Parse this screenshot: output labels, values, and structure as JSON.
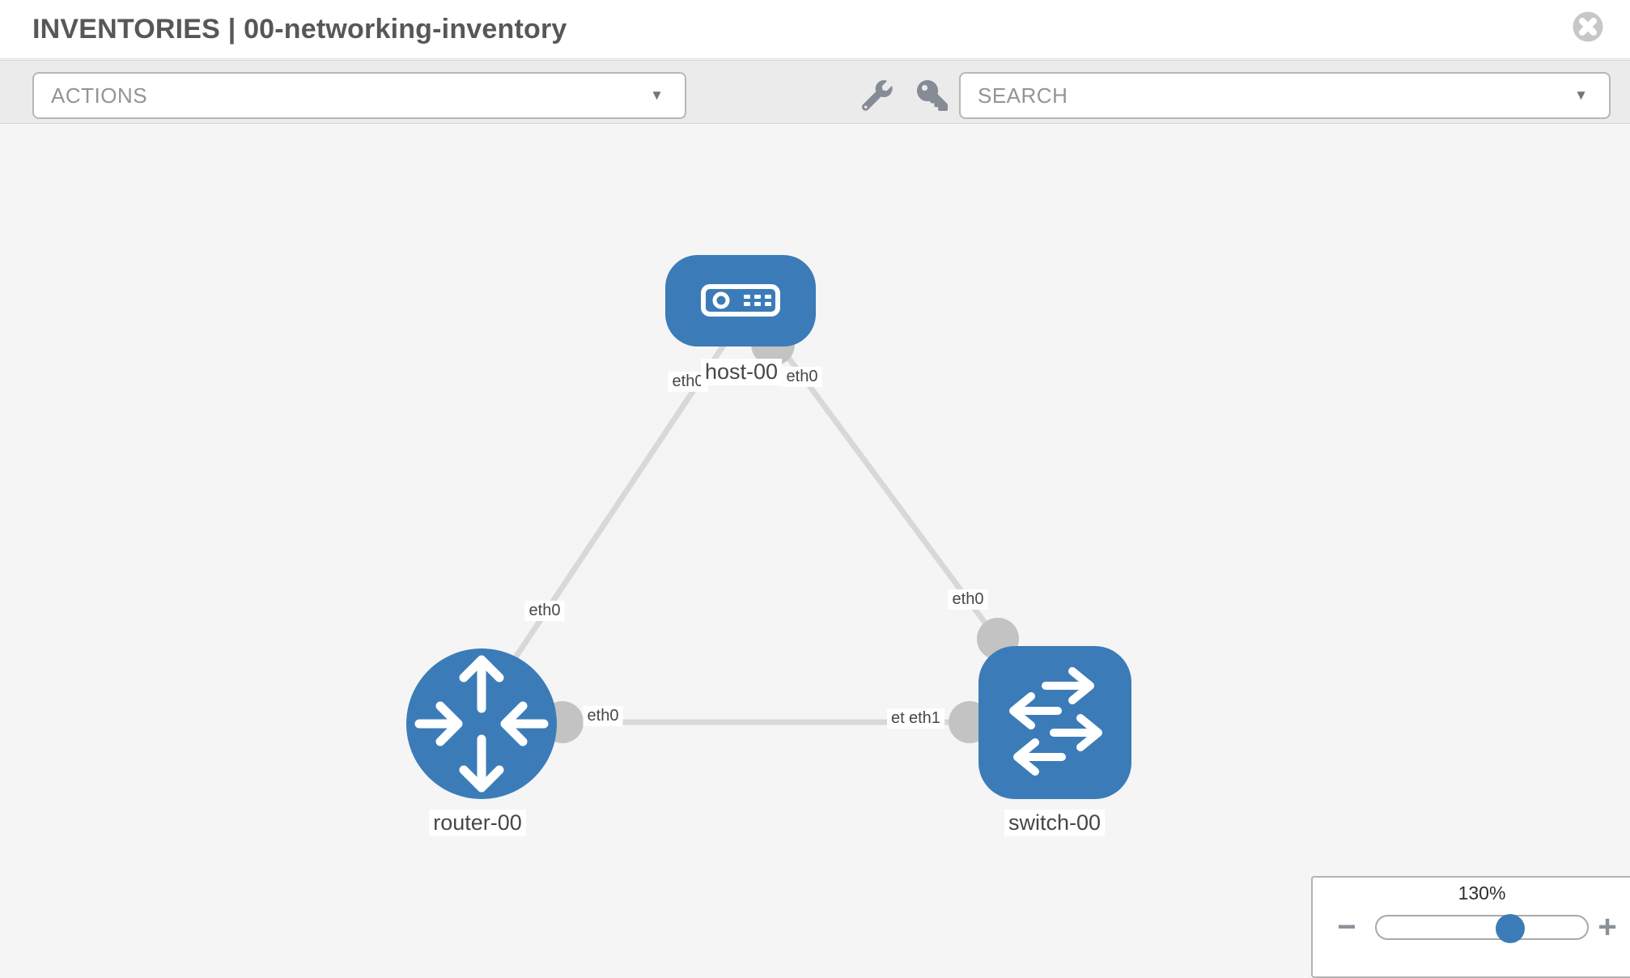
{
  "header": {
    "title": "INVENTORIES | 00-networking-inventory"
  },
  "toolbar": {
    "actions_label": "ACTIONS",
    "search_placeholder": "SEARCH",
    "caret_glyph": "▼",
    "icons": [
      "wrench-icon",
      "key-icon",
      "close-icon",
      "chevron-down-icon"
    ]
  },
  "topology": {
    "nodes": [
      {
        "label": "host-00",
        "type": "host"
      },
      {
        "label": "router-00",
        "type": "router"
      },
      {
        "label": "switch-00",
        "type": "switch"
      }
    ],
    "links": [
      {
        "from": "host-00",
        "to": "router-00"
      },
      {
        "from": "host-00",
        "to": "switch-00"
      },
      {
        "from": "router-00",
        "to": "switch-00"
      }
    ],
    "interface_labels": {
      "host_left": "eth0",
      "host_right": "eth0",
      "router_top": "eth0",
      "switch_top": "eth0",
      "router_right": "eth0",
      "switch_left_back": "eth0",
      "switch_left_front": "eth1"
    }
  },
  "zoom_control": {
    "level": "130%",
    "minus_glyph": "−",
    "plus_glyph": "+"
  },
  "colors": {
    "node_blue": "#3b7cb8",
    "link_gray": "#d8d8d8",
    "endpoint_gray": "#c3c3c3",
    "canvas_bg": "#f5f5f5",
    "toolbar_bg": "#ebebeb"
  }
}
